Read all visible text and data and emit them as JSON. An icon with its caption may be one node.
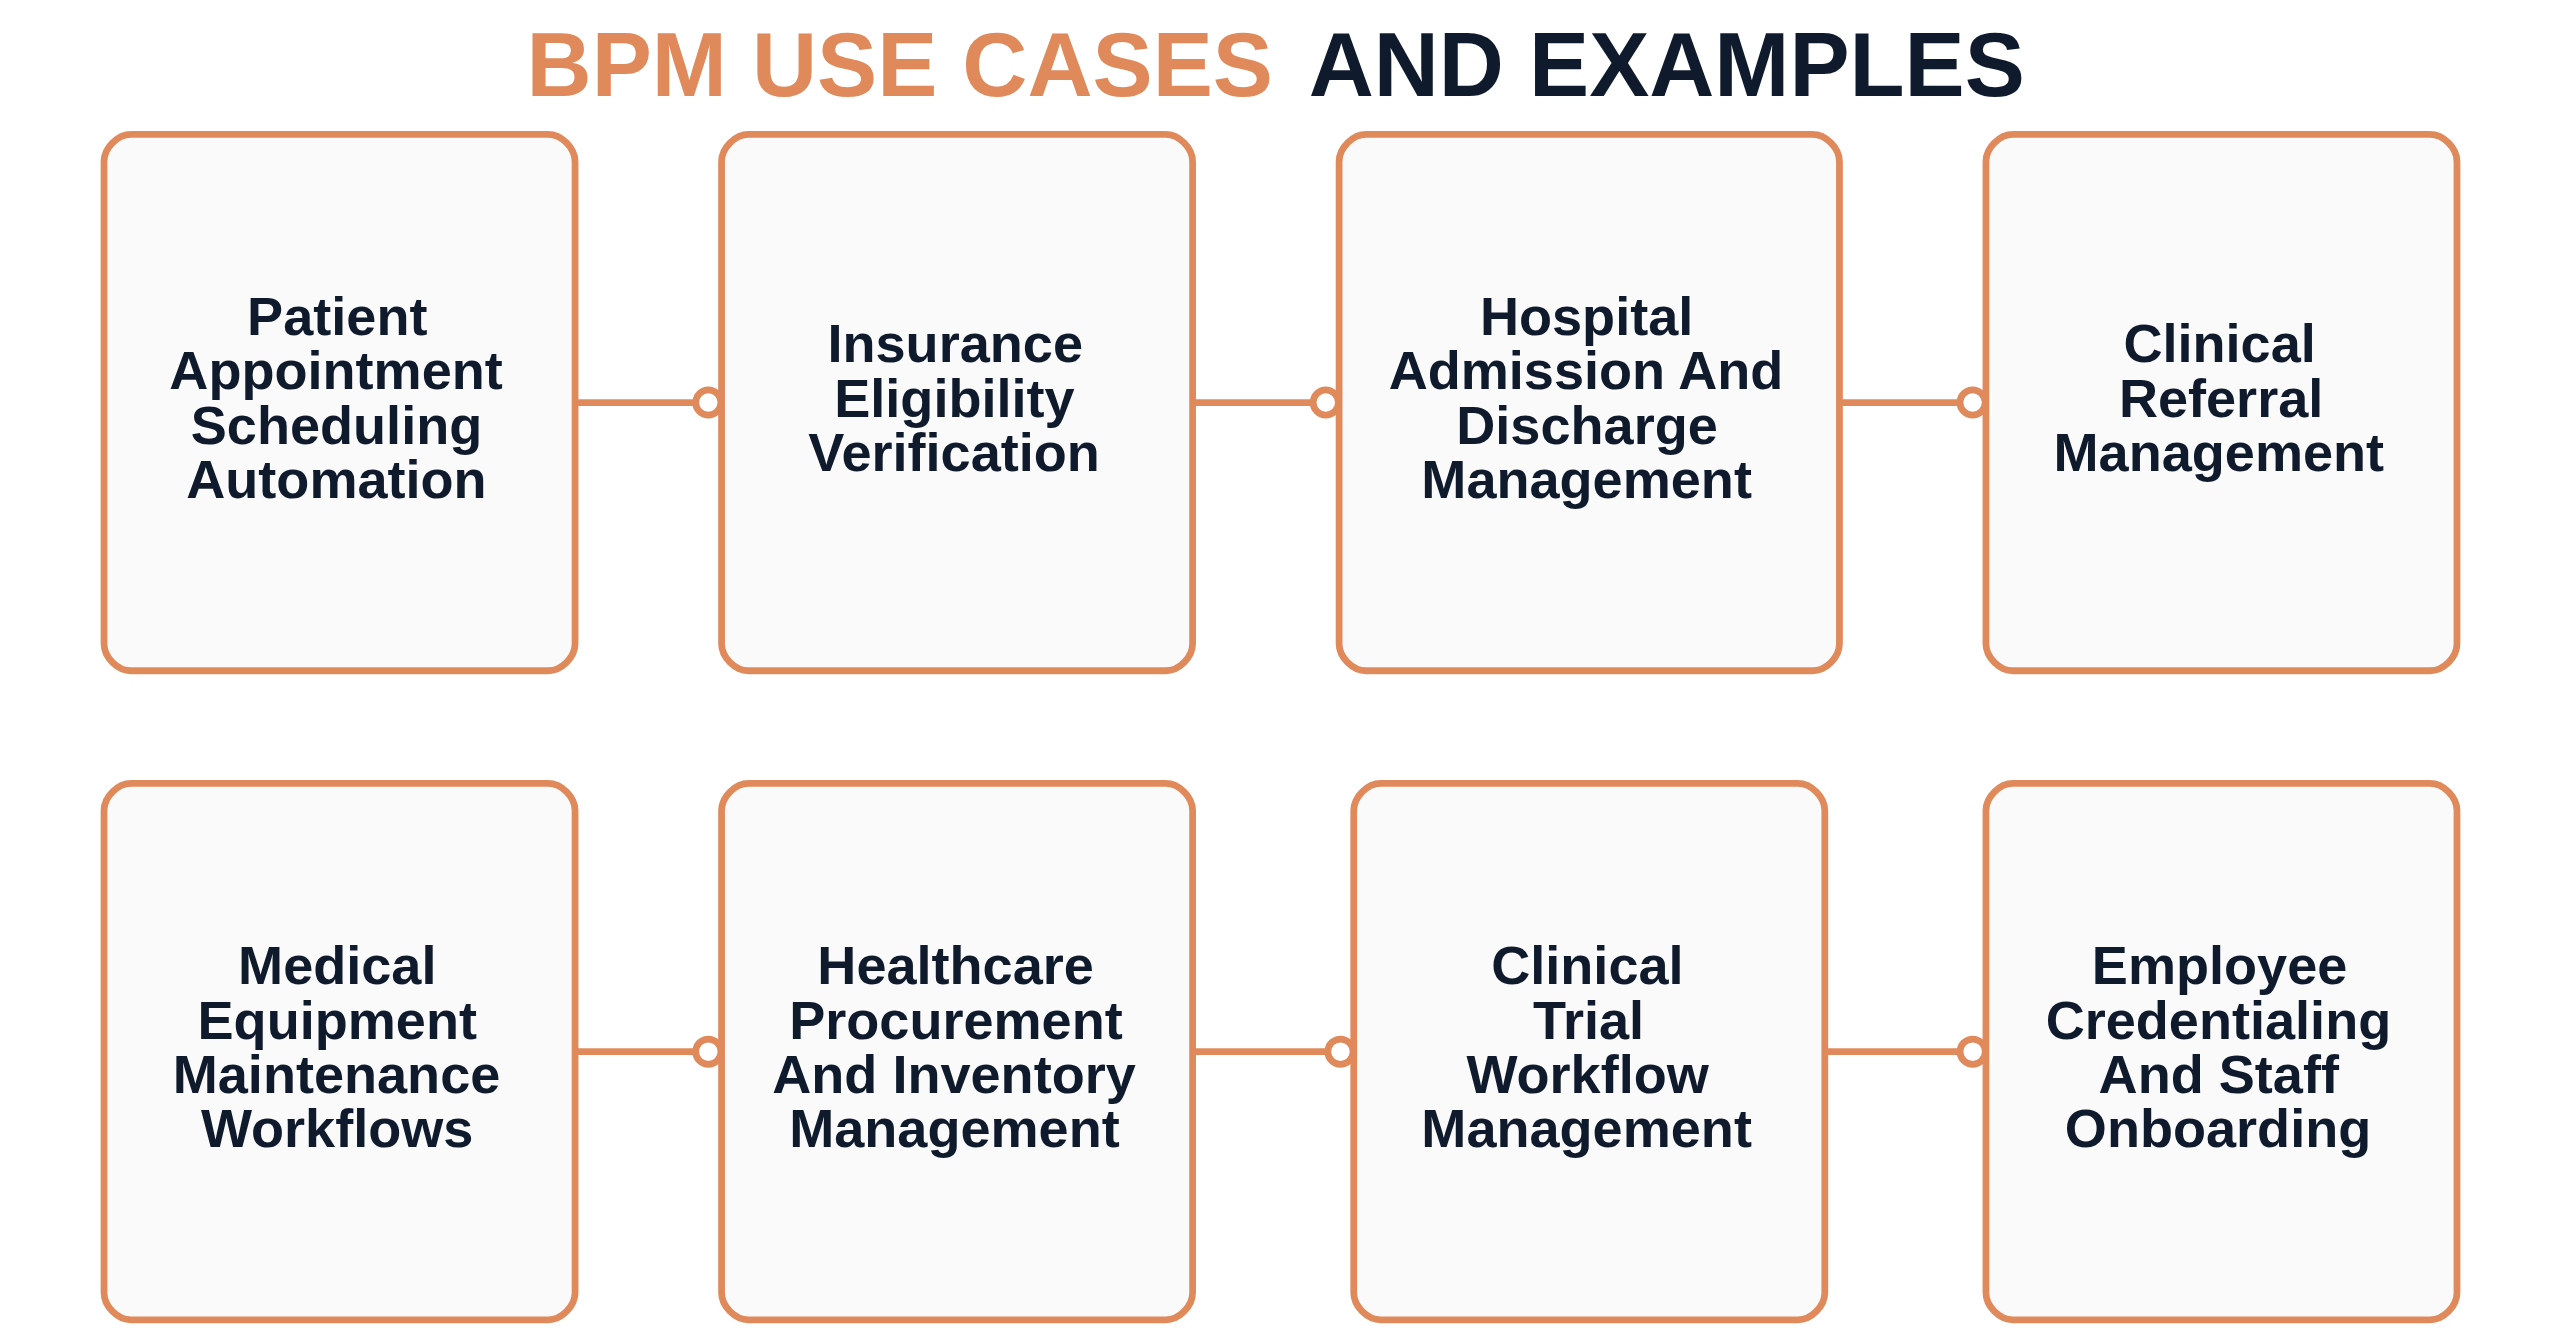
{
  "diagram": {
    "title": "BPM USE CASES AND EXAMPLES",
    "nodes": [
      {
        "text": [
          "Patient Appointment Scheduling Automation"
        ]
      },
      {
        "text": [
          "Insurance Eligibility Verification"
        ]
      },
      {
        "text": [
          "Hospital Admission And Discharge Management"
        ]
      },
      {
        "text": [
          "Clinical Referral Management"
        ]
      },
      {
        "text": [
          "Medical Equipment Maintenance Workflows"
        ]
      },
      {
        "text": [
          "Healthcare Procurement And Inventory Management"
        ]
      },
      {
        "text": [
          "Clinical Trial Workflow Management"
        ]
      },
      {
        "text": [
          "Employee Credentialing And Staff Onboarding"
        ]
      }
    ],
    "edges": [
      {
        "from": 0,
        "to": 1,
        "arrow": "other"
      },
      {
        "from": 1,
        "to": 2,
        "arrow": "other"
      },
      {
        "from": 2,
        "to": 3,
        "arrow": "other"
      },
      {
        "from": 4,
        "to": 5,
        "arrow": "other"
      },
      {
        "from": 5,
        "to": 6,
        "arrow": "other"
      },
      {
        "from": 6,
        "to": 7,
        "arrow": "other"
      }
    ]
  }
}
